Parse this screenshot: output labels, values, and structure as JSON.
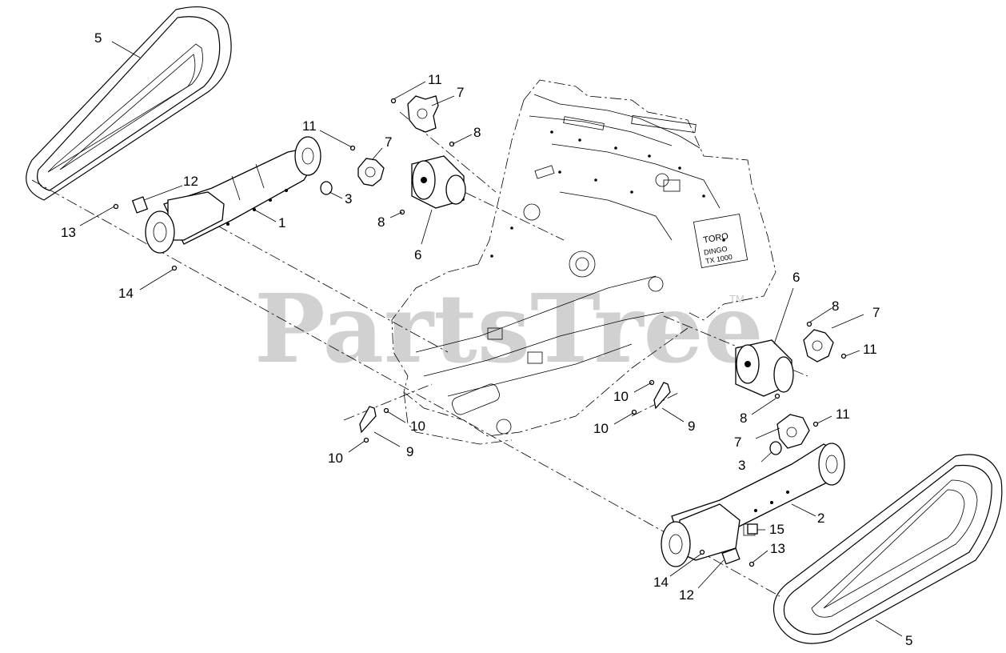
{
  "watermark": {
    "text": "PartsTree",
    "trademark": "TM"
  },
  "decals": {
    "brand": "TORO",
    "model": "DINGO",
    "model_number": "TX 1000"
  },
  "callouts": {
    "c5a": "5",
    "c5b": "5",
    "c1": "1",
    "c2": "2",
    "c3a": "3",
    "c3b": "3",
    "c6a": "6",
    "c6b": "6",
    "c7a": "7",
    "c7b": "7",
    "c7c": "7",
    "c7d": "7",
    "c8a": "8",
    "c8b": "8",
    "c8c": "8",
    "c8d": "8",
    "c9a": "9",
    "c9b": "9",
    "c10a": "10",
    "c10b": "10",
    "c10c": "10",
    "c10d": "10",
    "c11a": "11",
    "c11b": "11",
    "c11c": "11",
    "c11d": "11",
    "c12a": "12",
    "c12b": "12",
    "c13a": "13",
    "c13b": "13",
    "c14a": "14",
    "c14b": "14",
    "c15": "15"
  }
}
